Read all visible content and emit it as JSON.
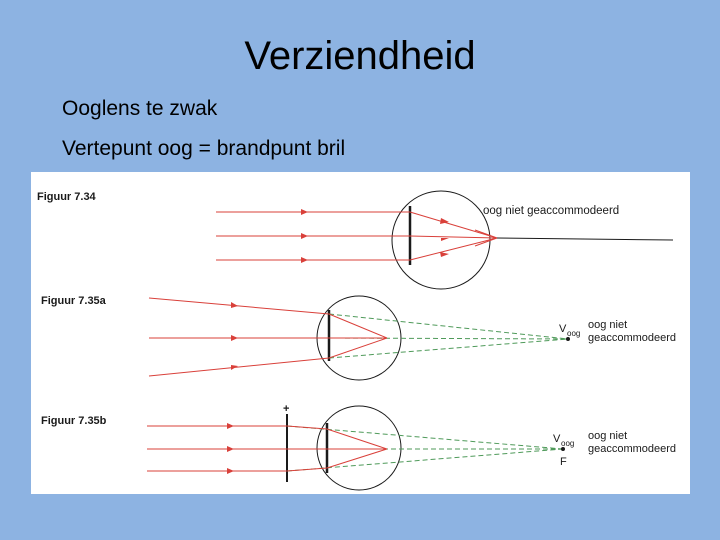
{
  "slide": {
    "title": "Verziendheid",
    "bullets": [
      "Ooglens te zwak",
      "Vertepunt oog = brandpunt bril"
    ]
  },
  "figures": [
    {
      "caption": "Figuur 7.34",
      "label": "oog niet geaccommodeerd"
    },
    {
      "caption": "Figuur 7.35a",
      "label_line1": "oog niet",
      "label_line2": "geaccommodeerd",
      "point_label": "V",
      "point_subscript": "oog"
    },
    {
      "caption": "Figuur 7.35b",
      "label_line1": "oog niet",
      "label_line2": "geaccommodeerd",
      "point_label": "V",
      "point_subscript": "oog",
      "focal_label": "F",
      "lens_sign": "+"
    }
  ],
  "colors": {
    "background": "#8DB3E2",
    "ray": "#d9403a",
    "virtual_ray": "#4f9a5a",
    "ink": "#1a1a1a"
  }
}
